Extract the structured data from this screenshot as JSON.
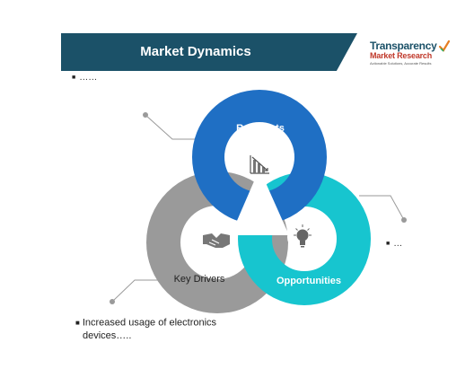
{
  "header": {
    "title": "Market Dynamics"
  },
  "logo": {
    "line1": "Transparency",
    "line2": "Market Research",
    "line3": "Actionable Solutions, Accurate Results"
  },
  "notes": {
    "top": "……",
    "right": "…",
    "bottom_line1": "Increased usage of electronics",
    "bottom_line2": "devices….."
  },
  "segments": {
    "restraints": {
      "label": "Restraints",
      "color": "#1f6fc4",
      "icon": "declining-chart-icon"
    },
    "opportunities": {
      "label": "Opportunities",
      "color": "#17c5cf",
      "icon": "lightbulb-icon"
    },
    "key_drivers": {
      "label": "Key Drivers",
      "color": "#9a9a9a",
      "icon": "handshake-icon"
    }
  }
}
